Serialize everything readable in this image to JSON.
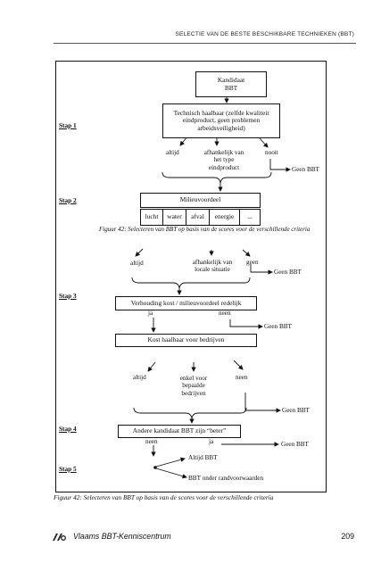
{
  "header": {
    "title": "SELECTIE VAN DE BESTE BESCHIKBARE TECHNIEKEN (BBT)"
  },
  "steps": {
    "s1": "Stap 1",
    "s2": "Stap 2",
    "s3": "Stap 3",
    "s4": "Stap 4",
    "s5": "Stap 5"
  },
  "flow": {
    "candidate": "Kandidaat BBT",
    "tech_feasible": "Technisch haalbaar (zelfde kwaliteit eindproduct, geen problemen arbeidsveiligheid)",
    "altijd": "altijd",
    "afh_type": "afhankelijk van het type eindproduct",
    "nooit": "nooit",
    "geen_bbt": "Geen BBT",
    "milieuvoordeel": "Milieuvoordeel",
    "cells": [
      "lucht",
      "water",
      "afval",
      "energie",
      "..."
    ],
    "inner_caption": "Figuur 42: Selecteren van BBT op basis van de scores voor de verschillende criteria",
    "afh_locale": "afhankelijk van locale situatie",
    "geen": "geen",
    "verhouding": "Verhouding kost / milieuvoordeel redelijk",
    "ja": "ja",
    "neen": "neen",
    "kost": "Kost haalbaar voor bedrijven",
    "enkel": "enkel voor bepaalde bedrijven",
    "andere": "Andere kandidaat BBT zijn “beter”",
    "altijd_bbt": "Altijd BBT",
    "bbt_onder": "BBT onder randvoorwaarden"
  },
  "caption": "Figuur 42: Selecteren van BBT op basis van de scores voor de verschillende criteria",
  "footer": {
    "org": "Vlaams BBT-Kenniscentrum",
    "page": "209"
  }
}
